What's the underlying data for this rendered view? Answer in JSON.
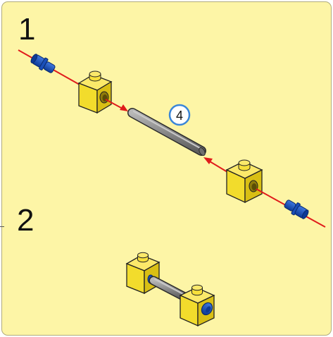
{
  "steps": [
    {
      "number": "1"
    },
    {
      "number": "2"
    }
  ],
  "part_callout": {
    "quantity": "4"
  },
  "colors": {
    "background": "#fdf5a6",
    "brick_yellow": "#f2dc2c",
    "connector_blue": "#1a4fb8",
    "axle_gray": "#8a8a8a",
    "arrow_red": "#e01b1b",
    "callout_blue": "#3a86d8"
  }
}
